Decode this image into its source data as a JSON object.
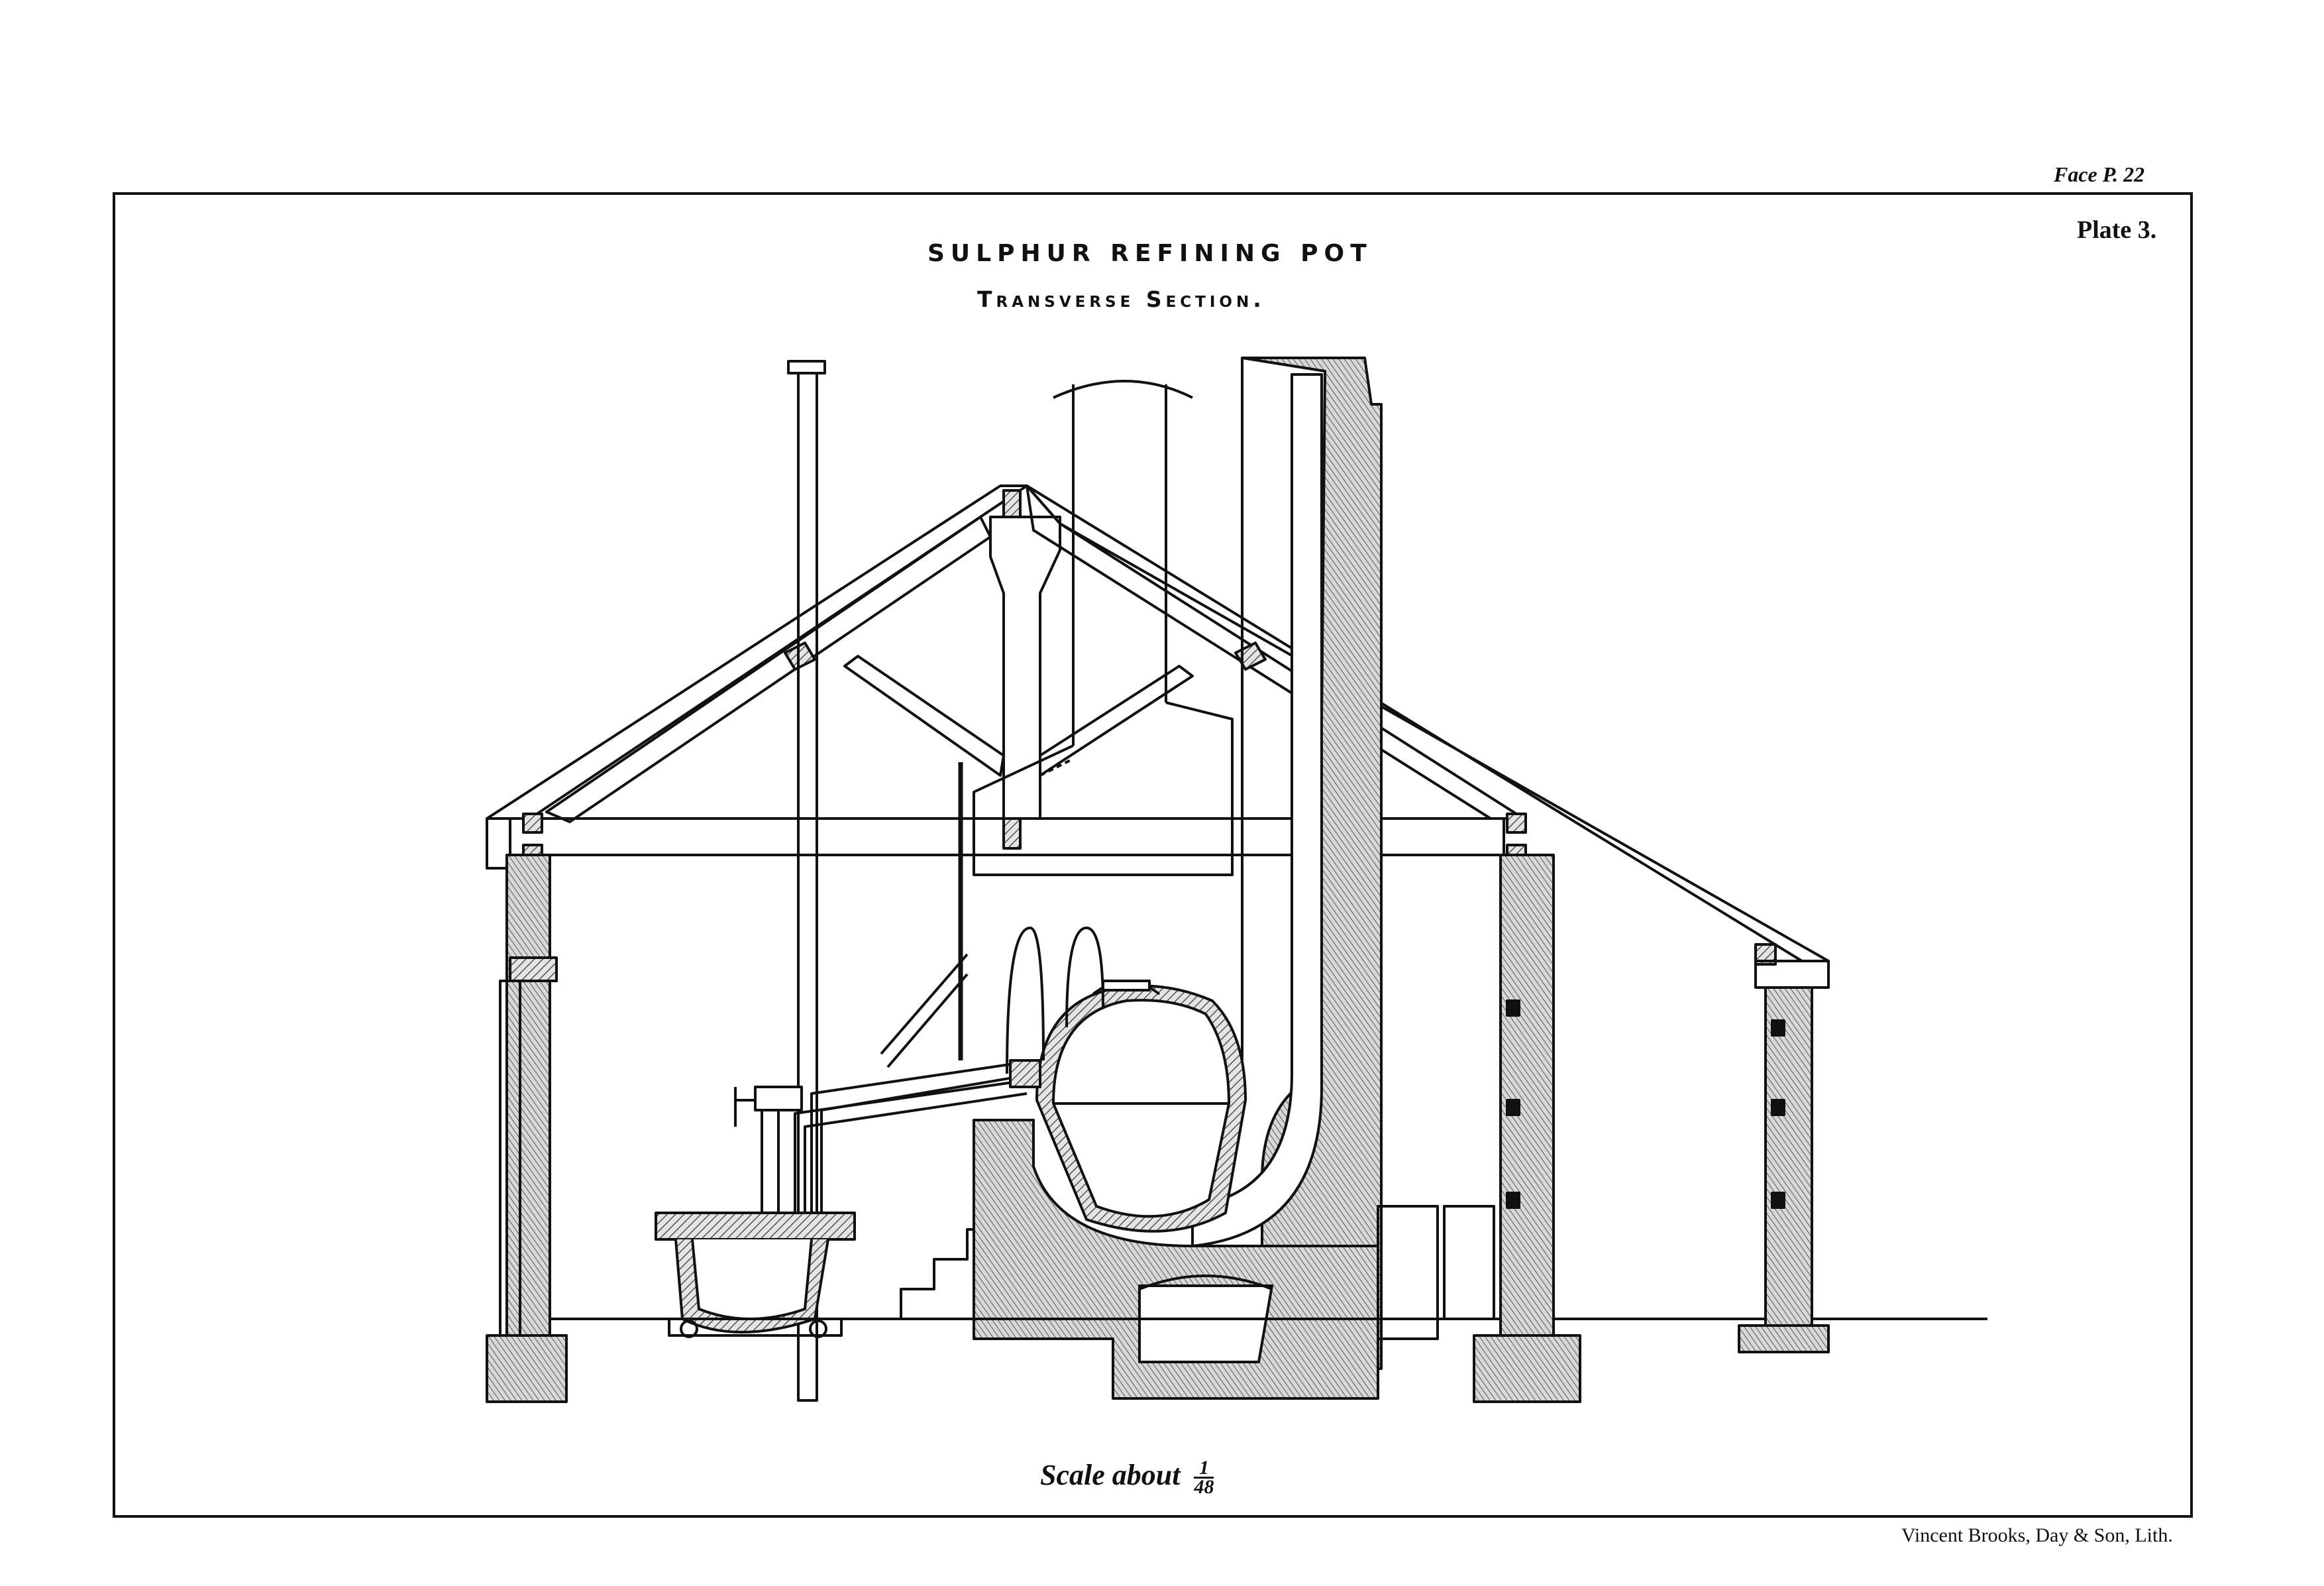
{
  "header": {
    "face_page": "Face P. 22",
    "plate_label": "Plate 3."
  },
  "diagram": {
    "title": "SULPHUR REFINING POT",
    "subtitle": "Transverse Section."
  },
  "footer": {
    "scale_prefix": "Scale about",
    "scale_numerator": "1",
    "scale_denominator": "48",
    "lithographer": "Vincent Brooks, Day & Son, Lith."
  }
}
